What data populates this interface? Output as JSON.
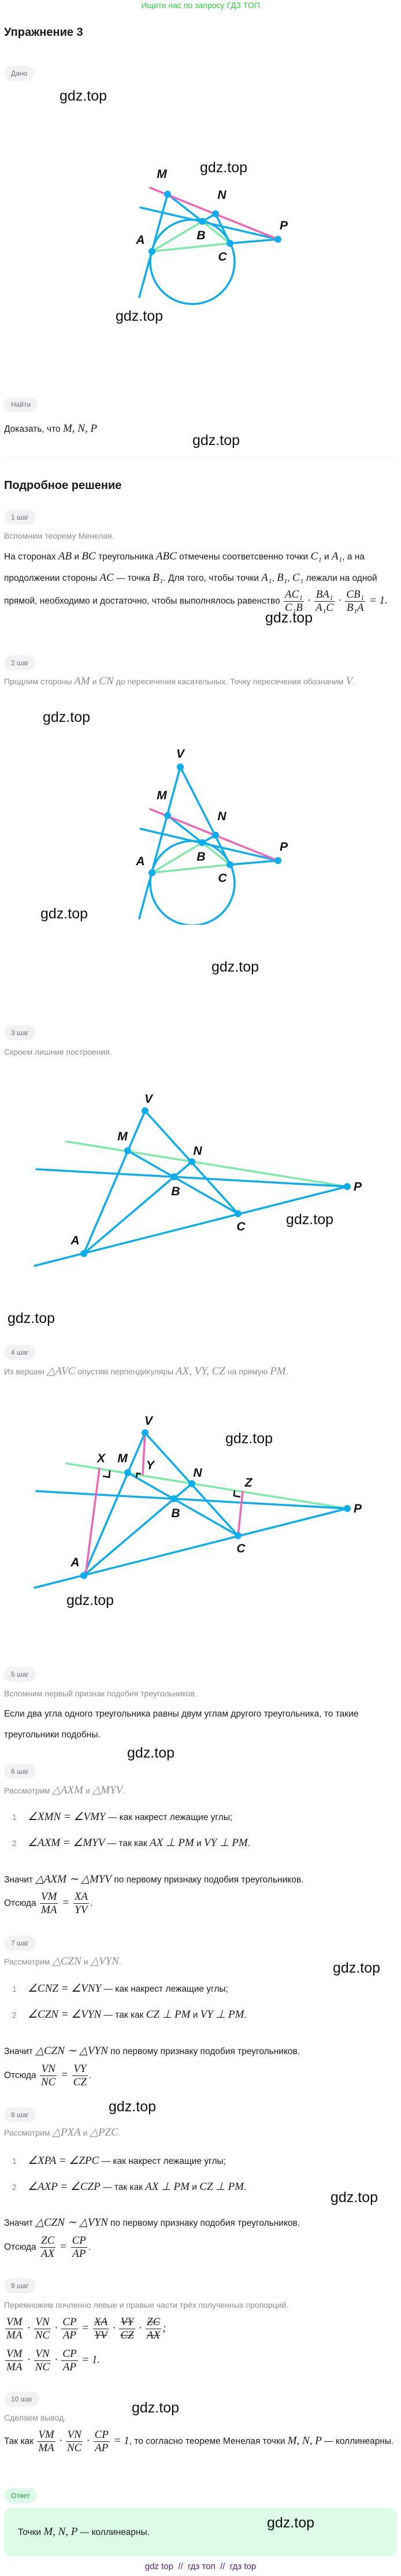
{
  "banner": "Ищите нас по запросу ГДЗ ТОП",
  "title": "Упражнение 3",
  "given_badge": "Дано",
  "find_badge": "Найти",
  "find_text": [
    {
      "t": "Доказать, что "
    },
    {
      "m": "M,  N,  P"
    }
  ],
  "solution_heading": "Подробное решение",
  "watermark": "gdz.top",
  "labels": {
    "M": "M",
    "N": "N",
    "P": "P",
    "A": "A",
    "B": "B",
    "C": "C",
    "V": "V",
    "X": "X",
    "Y": "Y",
    "Z": "Z"
  },
  "colors": {
    "blue": "#0aaeef",
    "green": "#7eeaa8",
    "pink": "#f065b4",
    "banner": "#2bd13a",
    "footer": "#4a1d8c"
  },
  "steps": [
    {
      "badge": "1 шаг",
      "note": [
        {
          "t": "Вспомним теорему Менелая."
        }
      ],
      "body": [
        {
          "t": "На сторонах "
        },
        {
          "m": "AB"
        },
        {
          "t": " и "
        },
        {
          "m": "BC"
        },
        {
          "t": " треугольника "
        },
        {
          "m": "ABC"
        },
        {
          "t": " отмечены соответсвенно точки "
        },
        {
          "m": "C₁"
        },
        {
          "t": " и "
        },
        {
          "m": "A₁"
        },
        {
          "t": ", а на продолжении стороны "
        },
        {
          "m": "AC"
        },
        {
          "t": " — точка "
        },
        {
          "m": "B₁"
        },
        {
          "t": ". Для того, чтобы точки "
        },
        {
          "m": "A₁"
        },
        {
          "t": ", "
        },
        {
          "m": "B₁"
        },
        {
          "t": ", "
        },
        {
          "m": "C₁"
        },
        {
          "t": " лежали на одной прямой, необходимо и достаточно, чтобы выполнялось равенство "
        },
        {
          "f": [
            "AC₁",
            "C₁B"
          ]
        },
        {
          "m": " · "
        },
        {
          "f": [
            "BA₁",
            "A₁C"
          ]
        },
        {
          "m": " · "
        },
        {
          "f": [
            "CB₁",
            "B₁A"
          ]
        },
        {
          "m": " = 1."
        }
      ]
    },
    {
      "badge": "2 шаг",
      "note": [
        {
          "t": "Продлим стороны "
        },
        {
          "m": "AM"
        },
        {
          "t": " и "
        },
        {
          "m": "CN"
        },
        {
          "t": " до пересечения касательных. Точку пересечения обозначим "
        },
        {
          "m": "V"
        },
        {
          "t": "."
        }
      ]
    },
    {
      "badge": "3 шаг",
      "note": [
        {
          "t": "Скроем лишние построения."
        }
      ]
    },
    {
      "badge": "4 шаг",
      "note": [
        {
          "t": "Из вершин "
        },
        {
          "m": "△AVC"
        },
        {
          "t": " опустим перпендикуляры "
        },
        {
          "m": "AX,  VY,  CZ"
        },
        {
          "t": " на прямую "
        },
        {
          "m": "PM"
        },
        {
          "t": "."
        }
      ]
    },
    {
      "badge": "5 шаг",
      "note": [
        {
          "t": "Вспомним первый признак подобия треугольников."
        }
      ],
      "body": [
        {
          "t": "Если два угла одного треугольника равны двум углам другого треугольника, то такие треугольники подобны."
        }
      ]
    },
    {
      "badge": "6 шаг",
      "note": [
        {
          "t": "Рассмотрим "
        },
        {
          "m": "△AXM"
        },
        {
          "t": " и "
        },
        {
          "m": "△MYV"
        },
        {
          "t": "."
        }
      ],
      "items": [
        {
          "n": "1",
          "segs": [
            {
              "m": "∠XMN = ∠VMY"
            },
            {
              "t": " — как накрест лежащие углы;"
            }
          ]
        },
        {
          "n": "2",
          "segs": [
            {
              "m": "∠AXM = ∠MYV"
            },
            {
              "t": " — так как "
            },
            {
              "m": "AX ⊥ PM"
            },
            {
              "t": " и "
            },
            {
              "m": "VY ⊥ PM"
            },
            {
              "t": "."
            }
          ]
        }
      ],
      "conclusion": [
        {
          "t": "Значит "
        },
        {
          "m": "△AXM ∼ △MYV"
        },
        {
          "t": " по первому признаку подобия треугольников."
        }
      ],
      "hence": [
        {
          "t": "Отсюда "
        },
        {
          "f": [
            "VM",
            "MA"
          ]
        },
        {
          "m": " = "
        },
        {
          "f": [
            "XA",
            "YV"
          ]
        },
        {
          "t": "."
        }
      ]
    },
    {
      "badge": "7 шаг",
      "note": [
        {
          "t": "Рассмотрим "
        },
        {
          "m": "△CZN"
        },
        {
          "t": " и "
        },
        {
          "m": "△VYN"
        },
        {
          "t": "."
        }
      ],
      "items": [
        {
          "n": "1",
          "segs": [
            {
              "m": "∠CNZ = ∠VNY"
            },
            {
              "t": " — как накрест лежащие углы;"
            }
          ]
        },
        {
          "n": "2",
          "segs": [
            {
              "m": "∠CZN = ∠VYN"
            },
            {
              "t": " — так как "
            },
            {
              "m": "CZ ⊥ PM"
            },
            {
              "t": " и "
            },
            {
              "m": "VY ⊥ PM"
            },
            {
              "t": "."
            }
          ]
        }
      ],
      "conclusion": [
        {
          "t": "Значит "
        },
        {
          "m": "△CZN ∼ △VYN"
        },
        {
          "t": " по первому признаку подобия треугольников."
        }
      ],
      "hence": [
        {
          "t": "Отсюда "
        },
        {
          "f": [
            "VN",
            "NC"
          ]
        },
        {
          "m": " = "
        },
        {
          "f": [
            "VY",
            "CZ"
          ]
        },
        {
          "t": "."
        }
      ]
    },
    {
      "badge": "8 шаг",
      "note": [
        {
          "t": "Рассмотрим "
        },
        {
          "m": "△PXA"
        },
        {
          "t": " и "
        },
        {
          "m": "△PZC"
        },
        {
          "t": "."
        }
      ],
      "items": [
        {
          "n": "1",
          "segs": [
            {
              "m": "∠XPA = ∠ZPC"
            },
            {
              "t": " — как накрест лежащие углы;"
            }
          ]
        },
        {
          "n": "2",
          "segs": [
            {
              "m": "∠AXP = ∠CZP"
            },
            {
              "t": " — так как "
            },
            {
              "m": "AX ⊥ PM"
            },
            {
              "t": " и "
            },
            {
              "m": "CZ ⊥ PM"
            },
            {
              "t": "."
            }
          ]
        }
      ],
      "conclusion": [
        {
          "t": "Значит "
        },
        {
          "m": "△CZN ∼ △VYN"
        },
        {
          "t": " по первому признаку подобия треугольников."
        }
      ],
      "hence": [
        {
          "t": "Отсюда "
        },
        {
          "f": [
            "ZC",
            "AX"
          ]
        },
        {
          "m": " = "
        },
        {
          "f": [
            "CP",
            "AP"
          ]
        },
        {
          "t": "."
        }
      ]
    },
    {
      "badge": "9 шаг",
      "note": [
        {
          "t": "Перемножим почленно левые и правые части трёх полученных пропорций."
        }
      ],
      "rows": [
        [
          {
            "f": [
              "VM",
              "MA"
            ]
          },
          {
            "m": " · "
          },
          {
            "f": [
              "VN",
              "NC"
            ]
          },
          {
            "m": " · "
          },
          {
            "f": [
              "CP",
              "AP"
            ]
          },
          {
            "m": " = "
          },
          {
            "f": [
              "XA",
              "YV"
            ],
            "s": true
          },
          {
            "m": " · "
          },
          {
            "f": [
              "VY",
              "CZ"
            ],
            "s": true
          },
          {
            "m": " · "
          },
          {
            "f": [
              "ZC",
              "AX"
            ],
            "s": true
          },
          {
            "m": ";"
          }
        ],
        [
          {
            "f": [
              "VM",
              "MA"
            ]
          },
          {
            "m": " · "
          },
          {
            "f": [
              "VN",
              "NC"
            ]
          },
          {
            "m": " · "
          },
          {
            "f": [
              "CP",
              "AP"
            ]
          },
          {
            "m": " = 1."
          }
        ]
      ]
    },
    {
      "badge": "10 шаг",
      "note": [
        {
          "t": "Сделаем вывод."
        }
      ],
      "body": [
        {
          "t": "Так как "
        },
        {
          "f": [
            "VM",
            "MA"
          ]
        },
        {
          "m": " · "
        },
        {
          "f": [
            "VN",
            "NC"
          ]
        },
        {
          "m": " · "
        },
        {
          "f": [
            "CP",
            "AP"
          ]
        },
        {
          "m": " = 1"
        },
        {
          "t": ", то согласно теореме Менелая точки "
        },
        {
          "m": "M,  N,  P"
        },
        {
          "t": " — коллинеарны."
        }
      ]
    }
  ],
  "answer_badge": "Ответ",
  "answer": [
    {
      "t": "Точки "
    },
    {
      "m": "M,  N,  P"
    },
    {
      "t": " — коллинеарны."
    }
  ],
  "footer": "gdz top  //  гдз топ  //  гдз top"
}
